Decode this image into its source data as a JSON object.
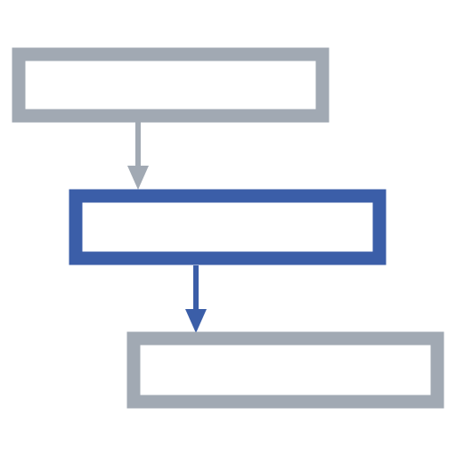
{
  "diagram": {
    "kind": "flow-steps",
    "step_count": 3,
    "active_step": 2,
    "colors": {
      "background": "#ffffff",
      "inactive": "#a1a9b3",
      "active": "#3b5ea8",
      "box_fill": "#ffffff"
    },
    "steps": [
      {
        "label": "",
        "state": "inactive"
      },
      {
        "label": "",
        "state": "active"
      },
      {
        "label": "",
        "state": "inactive"
      }
    ],
    "connectors": [
      {
        "from": 1,
        "to": 2,
        "state": "inactive"
      },
      {
        "from": 2,
        "to": 3,
        "state": "active"
      }
    ]
  }
}
